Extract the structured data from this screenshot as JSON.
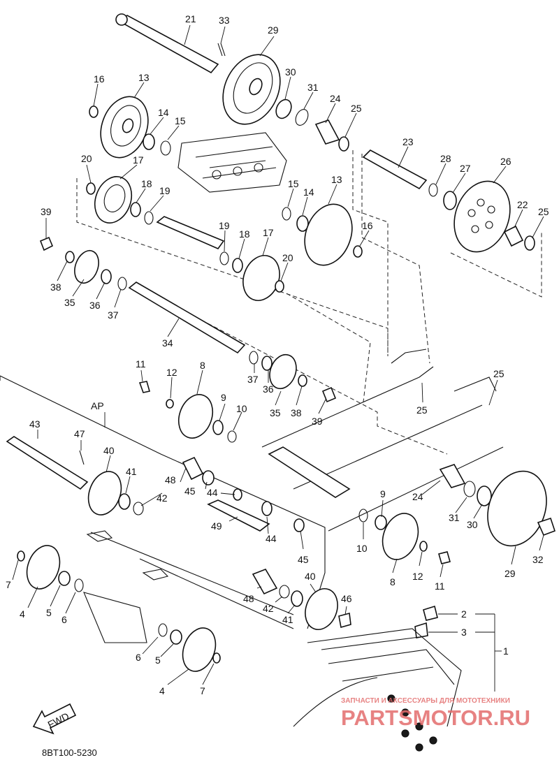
{
  "callouts": {
    "c1": "1",
    "c2": "2",
    "c3": "3",
    "c4a": "4",
    "c4b": "4",
    "c5a": "5",
    "c5b": "5",
    "c6a": "6",
    "c6b": "6",
    "c7a": "7",
    "c7b": "7",
    "c8a": "8",
    "c8b": "8",
    "c9a": "9",
    "c9b": "9",
    "c10a": "10",
    "c10b": "10",
    "c11a": "11",
    "c11b": "11",
    "c12a": "12",
    "c12b": "12",
    "c13a": "13",
    "c13b": "13",
    "c14a": "14",
    "c14b": "14",
    "c15a": "15",
    "c15b": "15",
    "c16a": "16",
    "c16b": "16",
    "c17a": "17",
    "c17b": "17",
    "c18a": "18",
    "c18b": "18",
    "c19a": "19",
    "c19b": "19",
    "c20a": "20",
    "c20b": "20",
    "c21": "21",
    "c22": "22",
    "c23": "23",
    "c24a": "24",
    "c24b": "24",
    "c25a": "25",
    "c25b": "25",
    "c25c": "25",
    "c25d": "25",
    "c26": "26",
    "c27": "27",
    "c28": "28",
    "c29a": "29",
    "c29b": "29",
    "c30a": "30",
    "c30b": "30",
    "c31a": "31",
    "c31b": "31",
    "c32": "32",
    "c33": "33",
    "c34": "34",
    "c35a": "35",
    "c35b": "35",
    "c36a": "36",
    "c36b": "36",
    "c37a": "37",
    "c37b": "37",
    "c38a": "38",
    "c38b": "38",
    "c39a": "39",
    "c39b": "39",
    "c40a": "40",
    "c40b": "40",
    "c41a": "41",
    "c41b": "41",
    "c42a": "42",
    "c42b": "42",
    "c43": "43",
    "c44a": "44",
    "c44b": "44",
    "c45a": "45",
    "c45b": "45",
    "c46": "46",
    "c47": "47",
    "c48a": "48",
    "c48b": "48",
    "c49": "49"
  },
  "assembly_label": "AP",
  "fwd_label": "FWD",
  "diagram_code": "8BT100-5230",
  "watermark": {
    "line1": "ЗАПЧАСТИ И АКСЕССУАРЫ ДЛЯ МОТОТЕХНИКИ",
    "line2": "PARTSMOTOR.RU"
  },
  "colors": {
    "ink": "#111111",
    "watermark": "#e36d6d"
  }
}
